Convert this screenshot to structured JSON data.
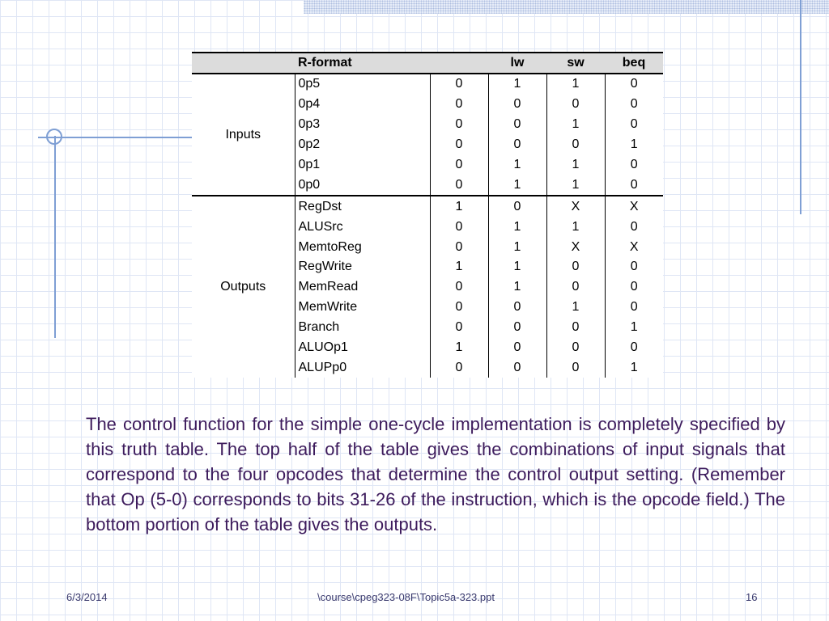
{
  "table": {
    "headers": [
      "R-format",
      "lw",
      "sw",
      "beq"
    ],
    "groups": {
      "inputs": "Inputs",
      "outputs": "Outputs"
    },
    "input_rows": [
      {
        "signal": "0p5",
        "values": [
          "0",
          "1",
          "1",
          "0"
        ]
      },
      {
        "signal": "0p4",
        "values": [
          "0",
          "0",
          "0",
          "0"
        ]
      },
      {
        "signal": "0p3",
        "values": [
          "0",
          "0",
          "1",
          "0"
        ]
      },
      {
        "signal": "0p2",
        "values": [
          "0",
          "0",
          "0",
          "1"
        ]
      },
      {
        "signal": "0p1",
        "values": [
          "0",
          "1",
          "1",
          "0"
        ]
      },
      {
        "signal": "0p0",
        "values": [
          "0",
          "1",
          "1",
          "0"
        ]
      }
    ],
    "output_rows": [
      {
        "signal": "RegDst",
        "values": [
          "1",
          "0",
          "X",
          "X"
        ]
      },
      {
        "signal": "ALUSrc",
        "values": [
          "0",
          "1",
          "1",
          "0"
        ]
      },
      {
        "signal": "MemtoReg",
        "values": [
          "0",
          "1",
          "X",
          "X"
        ]
      },
      {
        "signal": "RegWrite",
        "values": [
          "1",
          "1",
          "0",
          "0"
        ]
      },
      {
        "signal": "MemRead",
        "values": [
          "0",
          "1",
          "0",
          "0"
        ]
      },
      {
        "signal": "MemWrite",
        "values": [
          "0",
          "0",
          "1",
          "0"
        ]
      },
      {
        "signal": "Branch",
        "values": [
          "0",
          "0",
          "0",
          "1"
        ]
      },
      {
        "signal": "ALUOp1",
        "values": [
          "1",
          "0",
          "0",
          "0"
        ]
      },
      {
        "signal": "ALUPp0",
        "values": [
          "0",
          "0",
          "0",
          "1"
        ]
      }
    ]
  },
  "body_text": "The control function for the simple one-cycle implementation is completely specified by this truth table. The top half of the table gives the combinations of input signals that correspond to the four opcodes that determine the control output setting. (Remember that Op (5-0) corresponds to bits 31-26 of the instruction, which is the opcode field.) The bottom portion of the table gives the outputs.",
  "footer": {
    "date": "6/3/2014",
    "path": "\\course\\cpeg323-08F\\Topic5a-323.ppt",
    "page": "16"
  },
  "colors": {
    "accent": "#7f9fd4",
    "text": "#3d1b5c",
    "header_bg": "#dcdcdc"
  }
}
